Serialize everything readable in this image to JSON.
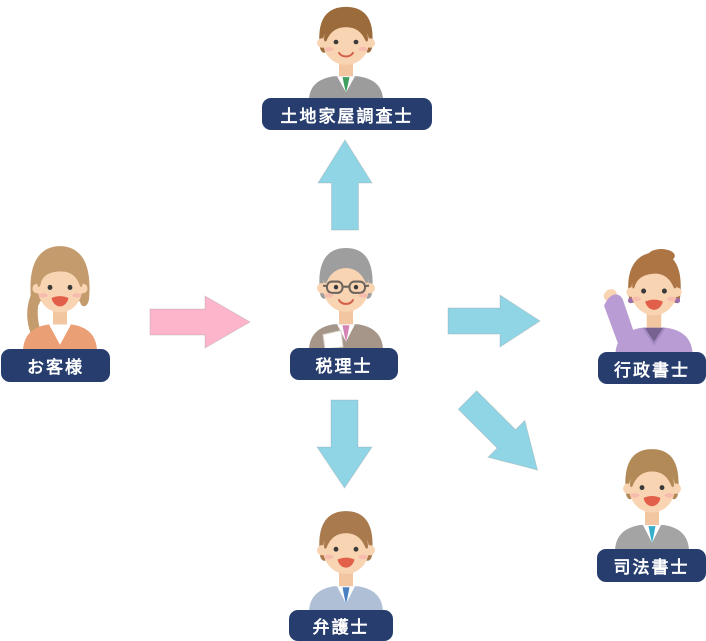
{
  "diagram": {
    "description": "Referral-flow diagram: customer to tax accountant, who refers to four other professionals",
    "background": "#ffffff"
  },
  "colors": {
    "label_background": "#263d6e",
    "label_text": "#ffffff",
    "arrow_pink": "#fcb5cb",
    "arrow_blue": "#8fd5e5"
  },
  "nodes": {
    "customer": {
      "label": "お客様"
    },
    "tax_accountant": {
      "label": "税理士"
    },
    "land_surveyor": {
      "label": "土地家屋調査士"
    },
    "administrative_scrivener": {
      "label": "行政書士"
    },
    "judicial_scrivener": {
      "label": "司法書士"
    },
    "lawyer": {
      "label": "弁護士"
    }
  },
  "arrows": [
    {
      "from": "お客様",
      "to": "税理士",
      "direction": "right",
      "color": "#fcb5cb"
    },
    {
      "from": "税理士",
      "to": "土地家屋調査士",
      "direction": "up",
      "color": "#8fd5e5"
    },
    {
      "from": "税理士",
      "to": "行政書士",
      "direction": "right",
      "color": "#8fd5e5"
    },
    {
      "from": "税理士",
      "to": "司法書士",
      "direction": "down-right",
      "color": "#8fd5e5"
    },
    {
      "from": "税理士",
      "to": "弁護士",
      "direction": "down",
      "color": "#8fd5e5"
    }
  ],
  "avatars": {
    "customer": {
      "skin": "#f9d4b2",
      "hair": "#c39b6d",
      "jacket": "#eb9f74",
      "blouse": "#ffffff"
    },
    "tax_accountant": {
      "skin": "#f9d4b2",
      "hair": "#9e9e9e",
      "suit": "#a59689",
      "shirt": "#ffffff",
      "tie": "#d583b4",
      "paper": "#ffffff"
    },
    "land_surveyor": {
      "skin": "#f9d4b2",
      "hair": "#9c6b3b",
      "suit": "#9c9c9c",
      "shirt": "#ffffff",
      "tie": "#3f9f5f"
    },
    "administrative_scrivener": {
      "skin": "#f9d4b2",
      "hair": "#ad7544",
      "jacket": "#b89cd3",
      "inner_shirt": "#776391",
      "earrings": "#9b6fad"
    },
    "judicial_scrivener": {
      "skin": "#f9d4b2",
      "hair": "#b28a58",
      "suit": "#a4a4a4",
      "shirt": "#ffffff",
      "tie": "#35aecb"
    },
    "lawyer": {
      "skin": "#f9d4b2",
      "hair": "#a87a4d",
      "suit": "#aebfd6",
      "shirt": "#ffffff",
      "tie": "#4b80c4"
    }
  }
}
